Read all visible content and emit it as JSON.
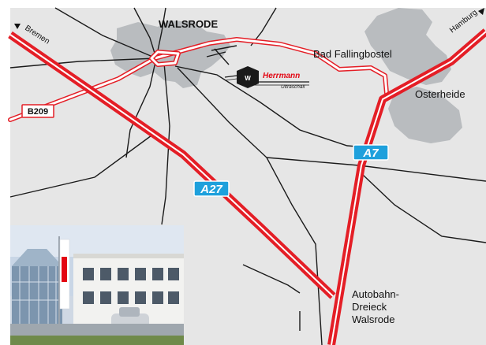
{
  "places": {
    "walsrode": "WALSRODE",
    "bad_fallingbostel": "Bad Fallingbostel",
    "osterheide": "Osterheide",
    "dreieck_line1": "Autobahn-",
    "dreieck_line2": "Dreieck",
    "dreieck_line3": "Walsrode"
  },
  "directions": {
    "bremen": "Bremen",
    "hamburg": "Hamburg"
  },
  "roads": {
    "a27": "A27",
    "a7": "A7",
    "b209": "B209"
  },
  "company": {
    "name": "Herrmann",
    "subtitle": "Ultraschall"
  },
  "colors": {
    "motorway": "#e41e26",
    "settlement": "#b9bcbf",
    "map_bg": "#e6e6e6",
    "shield_blue": "#1ea0dc",
    "brand_red": "#e30613"
  }
}
